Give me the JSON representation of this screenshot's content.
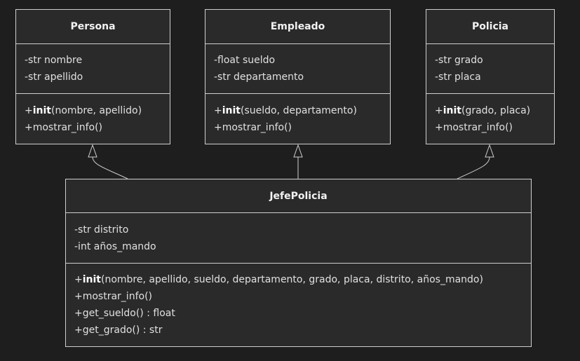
{
  "colors": {
    "background": "#1e1e1e",
    "box_fill": "#2a2a2a",
    "line": "#cfcfcf",
    "text": "#e0e0e0"
  },
  "classes": {
    "persona": {
      "name": "Persona",
      "attributes": [
        "-str nombre",
        "-str apellido"
      ],
      "methods": [
        {
          "prefix": "+",
          "keyword": "init",
          "rest": "(nombre, apellido)"
        },
        {
          "prefix": "+mostrar_info()",
          "keyword": "",
          "rest": ""
        }
      ]
    },
    "empleado": {
      "name": "Empleado",
      "attributes": [
        "-float sueldo",
        "-str departamento"
      ],
      "methods": [
        {
          "prefix": "+",
          "keyword": "init",
          "rest": "(sueldo, departamento)"
        },
        {
          "prefix": "+mostrar_info()",
          "keyword": "",
          "rest": ""
        }
      ]
    },
    "policia": {
      "name": "Policia",
      "attributes": [
        "-str grado",
        "-str placa"
      ],
      "methods": [
        {
          "prefix": "+",
          "keyword": "init",
          "rest": "(grado, placa)"
        },
        {
          "prefix": "+mostrar_info()",
          "keyword": "",
          "rest": ""
        }
      ]
    },
    "jefe_policia": {
      "name": "JefePolicia",
      "attributes": [
        "-str distrito",
        "-int años_mando"
      ],
      "methods": [
        {
          "prefix": "+",
          "keyword": "init",
          "rest": "(nombre, apellido, sueldo, departamento, grado, placa, distrito, años_mando)"
        },
        {
          "prefix": "+mostrar_info()",
          "keyword": "",
          "rest": ""
        },
        {
          "prefix": "+get_sueldo() : float",
          "keyword": "",
          "rest": ""
        },
        {
          "prefix": "+get_grado() : str",
          "keyword": "",
          "rest": ""
        }
      ]
    }
  },
  "relations": [
    {
      "type": "inheritance",
      "from": "jefe_policia",
      "to": "persona"
    },
    {
      "type": "inheritance",
      "from": "jefe_policia",
      "to": "empleado"
    },
    {
      "type": "inheritance",
      "from": "jefe_policia",
      "to": "policia"
    }
  ]
}
